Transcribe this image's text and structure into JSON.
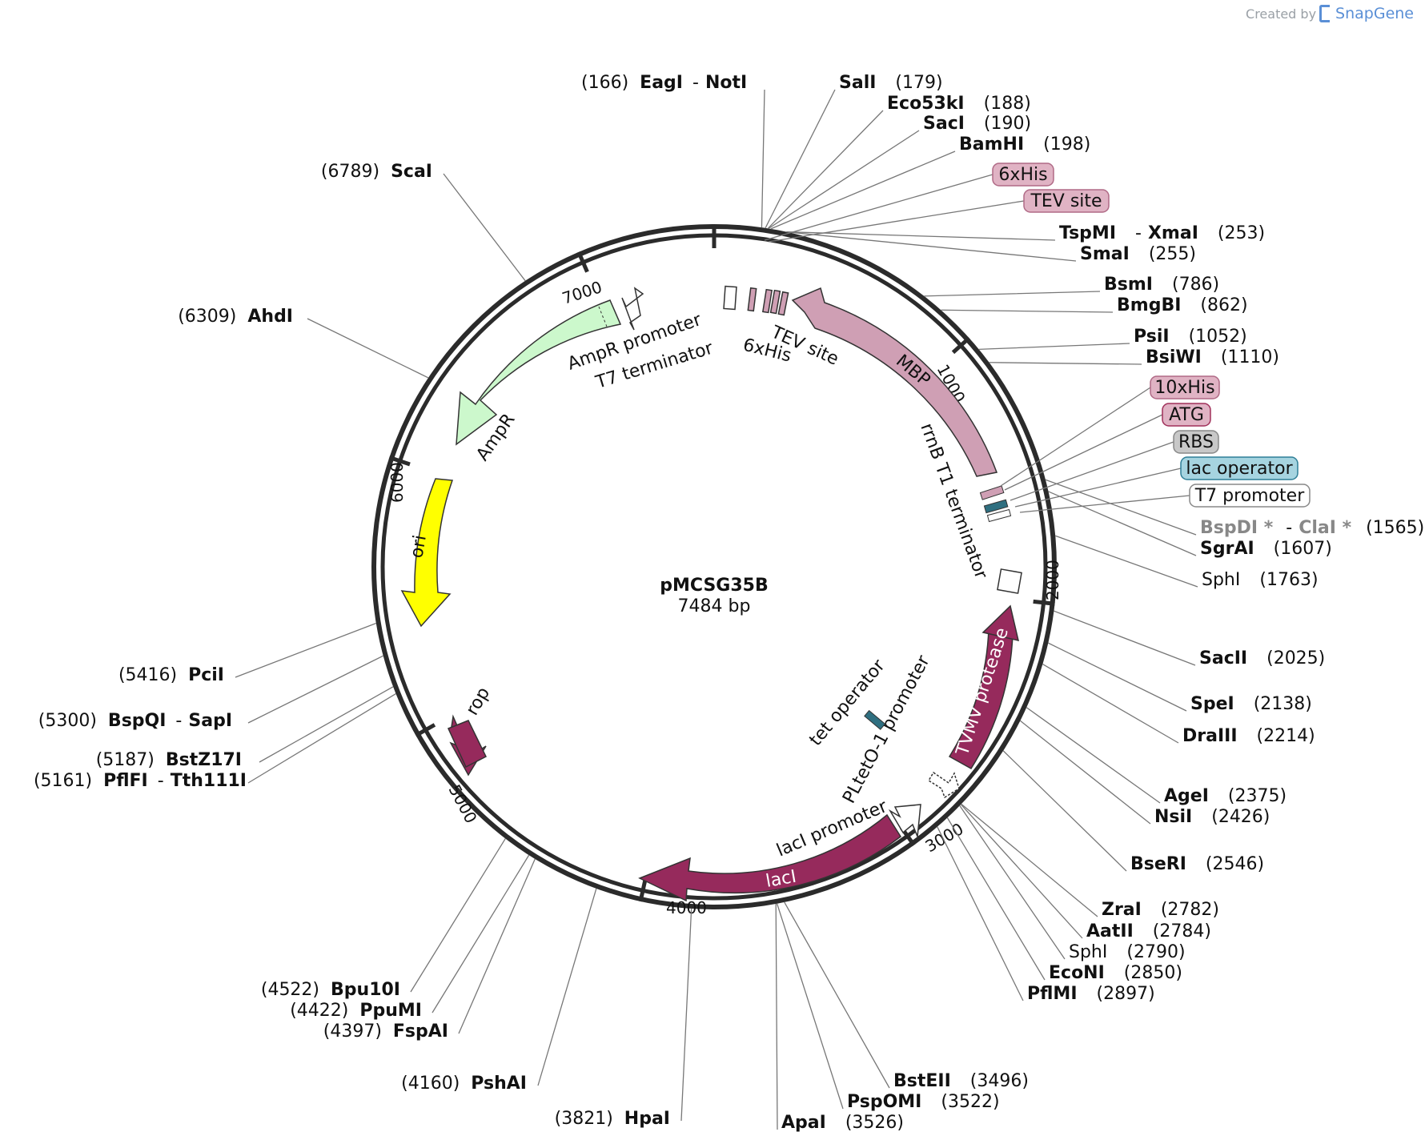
{
  "credit": {
    "prefix": "Created by",
    "brand": "SnapGene"
  },
  "plasmid": {
    "name": "pMCSG35B",
    "size_label": "7484 bp",
    "length": 7484
  },
  "ticks": [
    "1000",
    "2000",
    "3000",
    "4000",
    "5000",
    "6000",
    "7000"
  ],
  "sites_right": [
    {
      "name": "EagI",
      "name2": "NotI",
      "pos": "(166)",
      "bp": 166
    },
    {
      "name": "SalI",
      "pos": "(179)",
      "bp": 179
    },
    {
      "name": "Eco53kI",
      "pos": "(188)",
      "bp": 188
    },
    {
      "name": "SacI",
      "pos": "(190)",
      "bp": 190
    },
    {
      "name": "BamHI",
      "pos": "(198)",
      "bp": 198
    },
    {
      "name": "TspMI",
      "name2": "XmaI",
      "pos": "(253)",
      "bp": 253
    },
    {
      "name": "SmaI",
      "pos": "(255)",
      "bp": 255
    },
    {
      "name": "BsmI",
      "pos": "(786)",
      "bp": 786
    },
    {
      "name": "BmgBI",
      "pos": "(862)",
      "bp": 862
    },
    {
      "name": "PsiI",
      "pos": "(1052)",
      "bp": 1052
    },
    {
      "name": "BsiWI",
      "pos": "(1110)",
      "bp": 1110
    },
    {
      "name": "BspDI *",
      "name2": "ClaI *",
      "pos": "(1565)",
      "bp": 1565
    },
    {
      "name": "SgrAI",
      "pos": "(1607)",
      "bp": 1607
    },
    {
      "name": "SphI",
      "pos": "(1763)",
      "bp": 1763
    },
    {
      "name": "SacII",
      "pos": "(2025)",
      "bp": 2025
    },
    {
      "name": "SpeI",
      "pos": "(2138)",
      "bp": 2138
    },
    {
      "name": "DraIII",
      "pos": "(2214)",
      "bp": 2214
    },
    {
      "name": "AgeI",
      "pos": "(2375)",
      "bp": 2375
    },
    {
      "name": "NsiI",
      "pos": "(2426)",
      "bp": 2426
    },
    {
      "name": "BseRI",
      "pos": "(2546)",
      "bp": 2546
    },
    {
      "name": "ZraI",
      "pos": "(2782)",
      "bp": 2782
    },
    {
      "name": "AatII",
      "pos": "(2784)",
      "bp": 2784
    },
    {
      "name": "SphI",
      "pos": "(2790)",
      "bp": 2790
    },
    {
      "name": "EcoNI",
      "pos": "(2850)",
      "bp": 2850
    },
    {
      "name": "PflMI",
      "pos": "(2897)",
      "bp": 2897
    },
    {
      "name": "BstEII",
      "pos": "(3496)",
      "bp": 3496
    },
    {
      "name": "PspOMI",
      "pos": "(3522)",
      "bp": 3522
    },
    {
      "name": "ApaI",
      "pos": "(3526)",
      "bp": 3526
    }
  ],
  "sites_left": [
    {
      "name": "HpaI",
      "pos": "(3821)",
      "bp": 3821
    },
    {
      "name": "PshAI",
      "pos": "(4160)",
      "bp": 4160
    },
    {
      "name": "FspAI",
      "pos": "(4397)",
      "bp": 4397
    },
    {
      "name": "PpuMI",
      "pos": "(4422)",
      "bp": 4422
    },
    {
      "name": "Bpu10I",
      "pos": "(4522)",
      "bp": 4522
    },
    {
      "name": "PflFI",
      "name2": "Tth111I",
      "pos": "(5161)",
      "bp": 5161
    },
    {
      "name": "BstZ17I",
      "pos": "(5187)",
      "bp": 5187
    },
    {
      "name": "BspQI",
      "name2": "SapI",
      "pos": "(5300)",
      "bp": 5300
    },
    {
      "name": "PciI",
      "pos": "(5416)",
      "bp": 5416
    },
    {
      "name": "AhdI",
      "pos": "(6309)",
      "bp": 6309
    },
    {
      "name": "ScaI",
      "pos": "(6789)",
      "bp": 6789
    }
  ],
  "callouts": [
    {
      "label": "6xHis",
      "fill": "#e0b3c4",
      "stroke": "#b06a86"
    },
    {
      "label": "TEV site",
      "fill": "#e0b3c4",
      "stroke": "#b06a86"
    },
    {
      "label": "10xHis",
      "fill": "#e0b3c4",
      "stroke": "#b06a86"
    },
    {
      "label": "ATG",
      "fill": "#e0b3c4",
      "stroke": "#a0305a"
    },
    {
      "label": "RBS",
      "fill": "#c8c8c8",
      "stroke": "#888888"
    },
    {
      "label": "lac operator",
      "fill": "#a6d4e0",
      "stroke": "#2f7f97"
    },
    {
      "label": "T7 promoter",
      "fill": "#ffffff",
      "stroke": "#888888"
    }
  ],
  "features": [
    {
      "label": "AmpR",
      "color": "#ccf8cc"
    },
    {
      "label": "ori",
      "color": "#ffff00"
    },
    {
      "label": "rop",
      "color": "#962a5c"
    },
    {
      "label": "lacI",
      "color": "#962a5c"
    },
    {
      "label": "TVMV protease",
      "color": "#962a5c"
    },
    {
      "label": "MBP",
      "color": "#cf9fb4"
    },
    {
      "label": "AmpR promoter",
      "color": "#ffffff"
    },
    {
      "label": "T7 terminator",
      "color": "#ffffff"
    },
    {
      "label": "6xHis",
      "color": "#cf9fb4"
    },
    {
      "label": "TEV site",
      "color": "#cf9fb4"
    },
    {
      "label": "rrnB T1 terminator",
      "color": "#ffffff"
    },
    {
      "label": "tet operator",
      "color": "#2f6f80"
    },
    {
      "label": "PLtetO-1 promoter",
      "color": "#ffffff"
    },
    {
      "label": "lacI promoter",
      "color": "#ffffff"
    }
  ]
}
